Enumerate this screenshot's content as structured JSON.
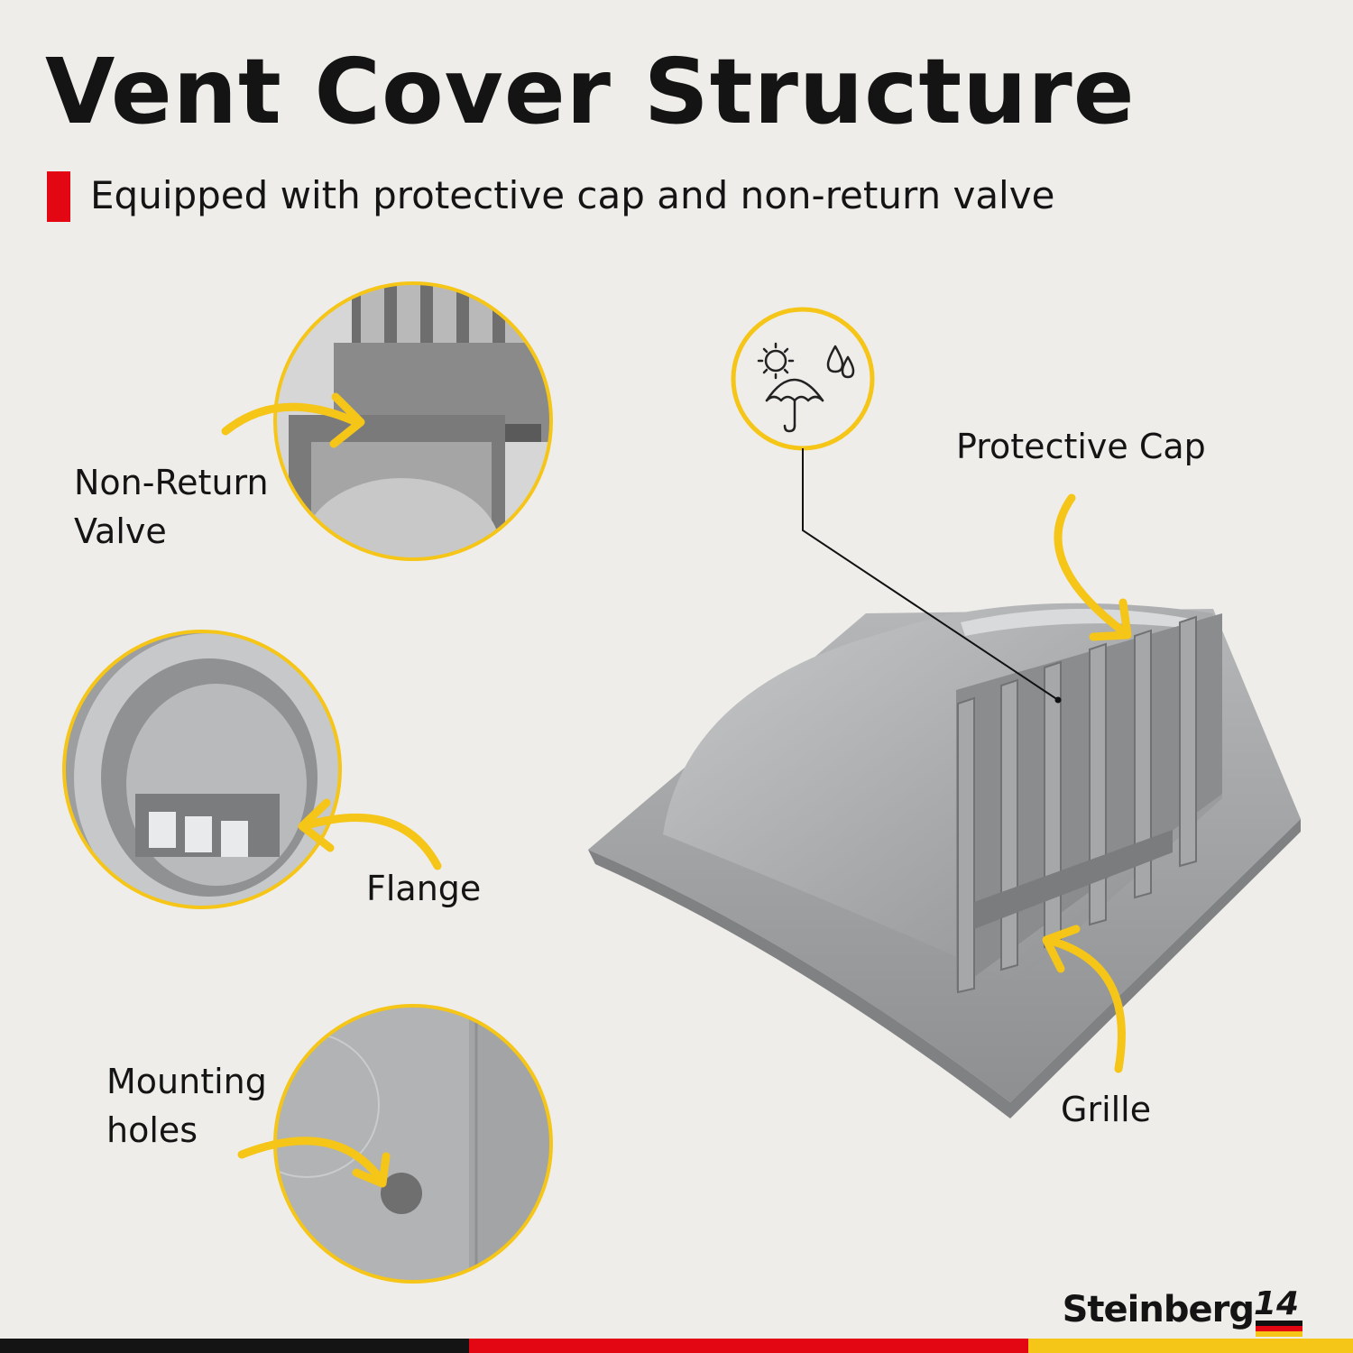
{
  "header": {
    "title": "Vent Cover Structure",
    "subtitle": "Equipped with protective cap and non-return valve"
  },
  "callouts": {
    "non_return_valve": {
      "line1": "Non-Return",
      "line2": "Valve"
    },
    "flange": "Flange",
    "mounting_holes": {
      "line1": "Mounting",
      "line2": "holes"
    },
    "protective_cap": "Protective Cap",
    "grille": "Grille"
  },
  "brand": {
    "name": "Steinberg",
    "mark": "14"
  },
  "colors": {
    "background": "#efedea",
    "accent_yellow": "#f5c518",
    "accent_red": "#e30613",
    "product_gray": "#9a9c9e",
    "text": "#141414"
  },
  "icons": [
    "sun-icon",
    "umbrella-icon",
    "water-drops-icon",
    "arrow-icon"
  ]
}
